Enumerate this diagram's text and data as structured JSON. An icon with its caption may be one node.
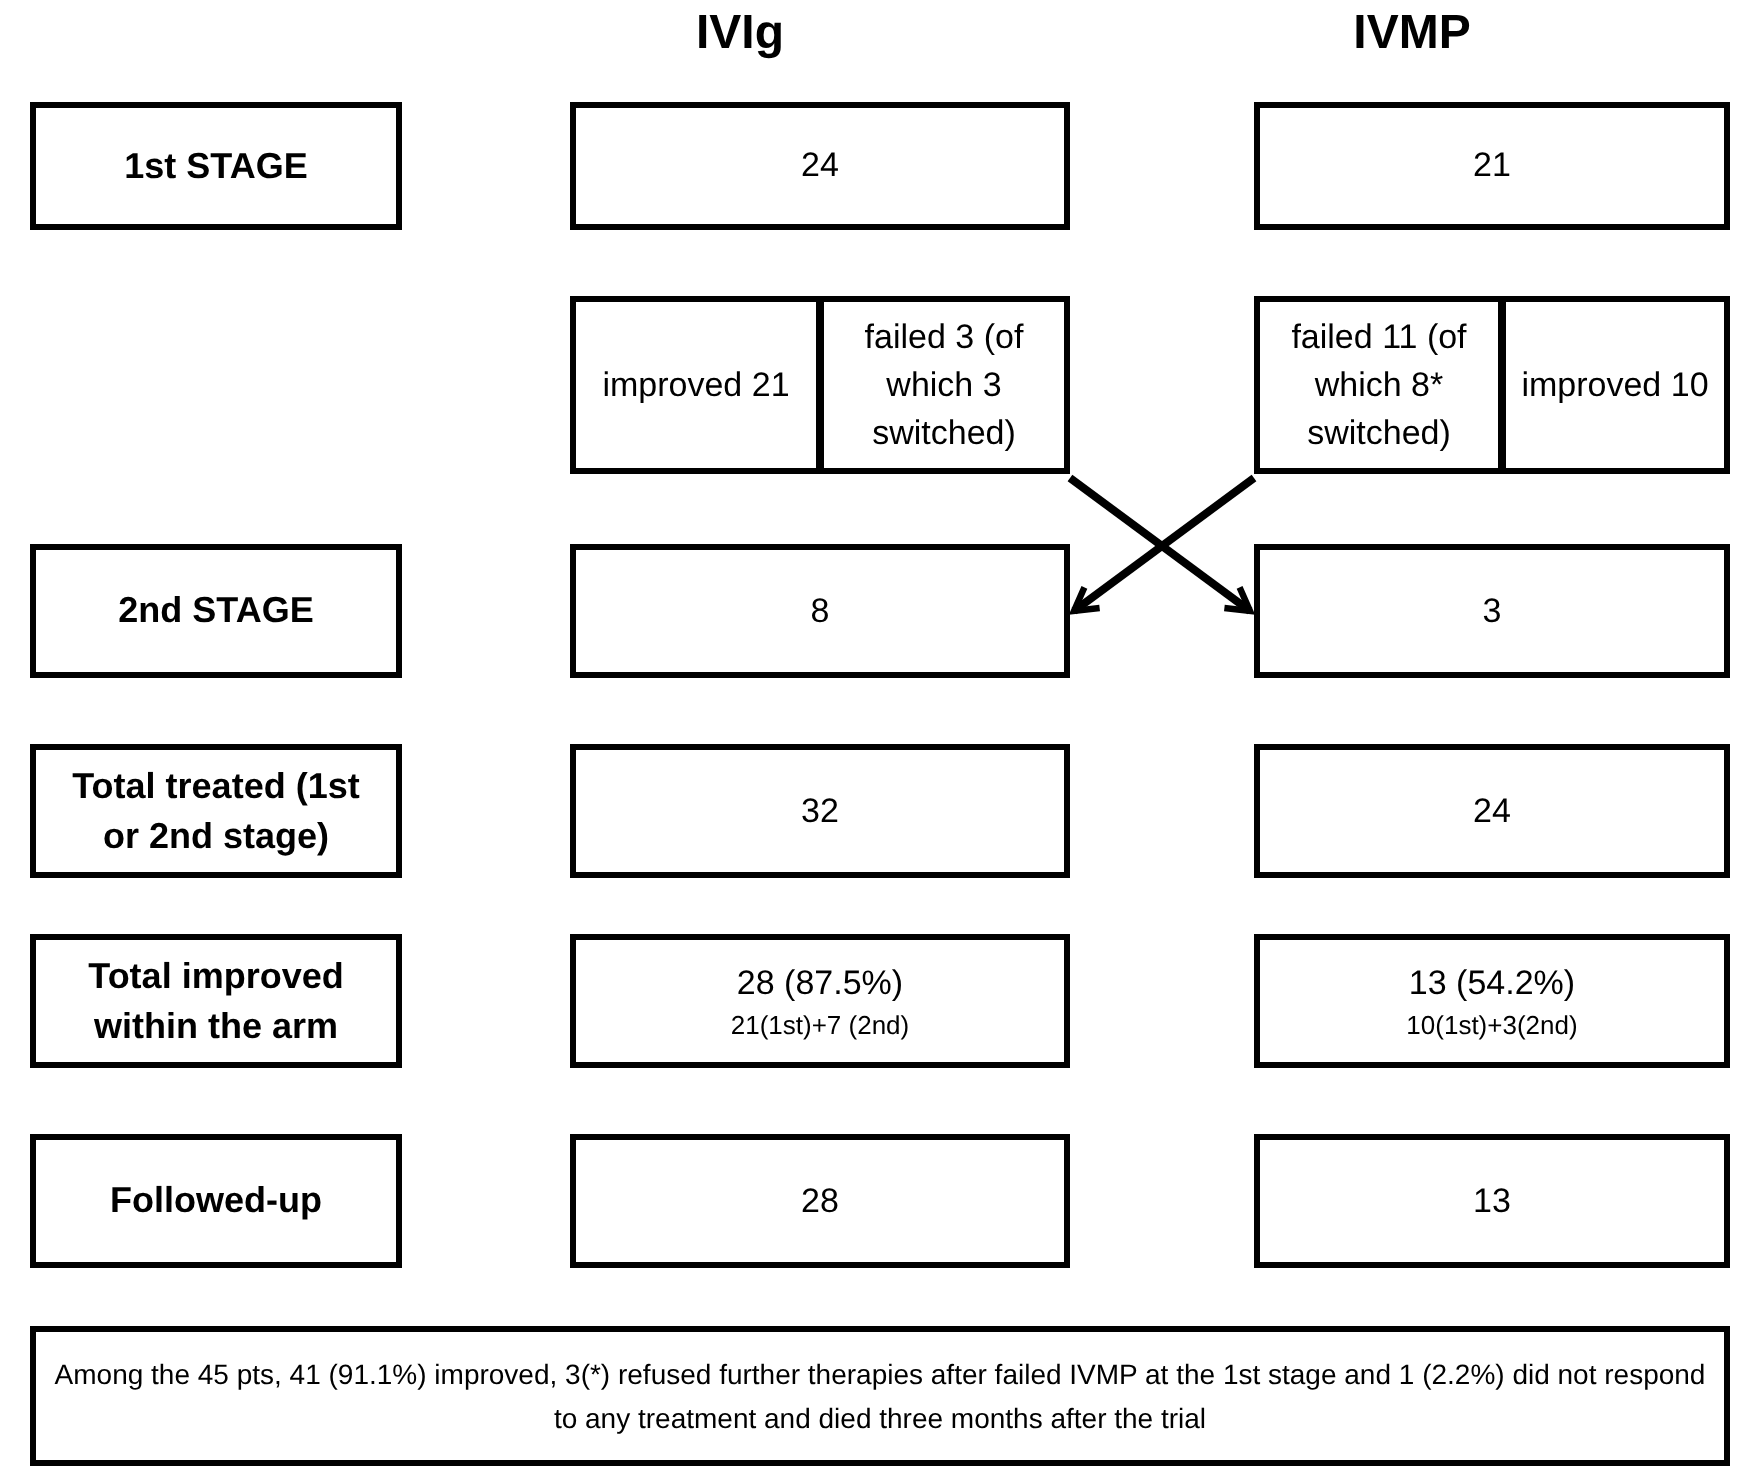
{
  "diagram": {
    "nodes": [
      {
        "text": [
          "1st STAGE"
        ]
      },
      {
        "text": [
          "24"
        ]
      },
      {
        "text": [
          "21"
        ]
      },
      {
        "text": [
          "improved 21"
        ]
      },
      {
        "text": [
          "failed 3 (of which 3 switched)"
        ]
      },
      {
        "text": [
          "failed 11 (of which 8* switched)"
        ]
      },
      {
        "text": [
          "improved 10"
        ]
      },
      {
        "text": [
          "2nd STAGE"
        ]
      },
      {
        "text": [
          "8"
        ]
      },
      {
        "text": [
          "3"
        ]
      },
      {
        "text": [
          "Total treated (1st or 2nd stage)"
        ]
      },
      {
        "text": [
          "32"
        ]
      },
      {
        "text": [
          "24"
        ]
      },
      {
        "text": [
          "Total improved within the arm"
        ]
      },
      {
        "text": [
          "28 (87.5%)",
          "21(1st)+7 (2nd)"
        ]
      },
      {
        "text": [
          "13 (54.2%)",
          "10(1st)+3(2nd)"
        ]
      },
      {
        "text": [
          "Followed-up"
        ]
      },
      {
        "text": [
          "28"
        ]
      },
      {
        "text": [
          "13"
        ]
      },
      {
        "text": [
          "Among the 45 pts, 41 (91.1%) improved, 3(*) refused further therapies after failed IVMP at the 1st stage and 1 (2.2%) did not respond to any treatment and died three months after the trial"
        ]
      }
    ],
    "edges": [
      {
        "from": 4,
        "to": 9,
        "arrow": "to"
      },
      {
        "from": 5,
        "to": 8,
        "arrow": "to"
      }
    ],
    "labels": [
      "IVIg",
      "IVMP"
    ]
  }
}
